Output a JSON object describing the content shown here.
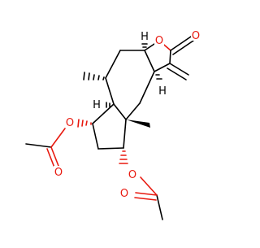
{
  "molecule": {
    "colors": {
      "carbon": "#000000",
      "oxygen": "#e8190f"
    },
    "atom_labels": {
      "ring_oxygen": "O",
      "lactone_carbonyl_oxygen": "O",
      "acetate1_ester_oxygen": "O",
      "acetate1_carbonyl_oxygen": "O",
      "acetate2_ester_oxygen": "O",
      "acetate2_carbonyl_oxygen": "O",
      "stereo_h_top": "H",
      "stereo_h_right": "H",
      "stereo_h_left": "H"
    }
  }
}
